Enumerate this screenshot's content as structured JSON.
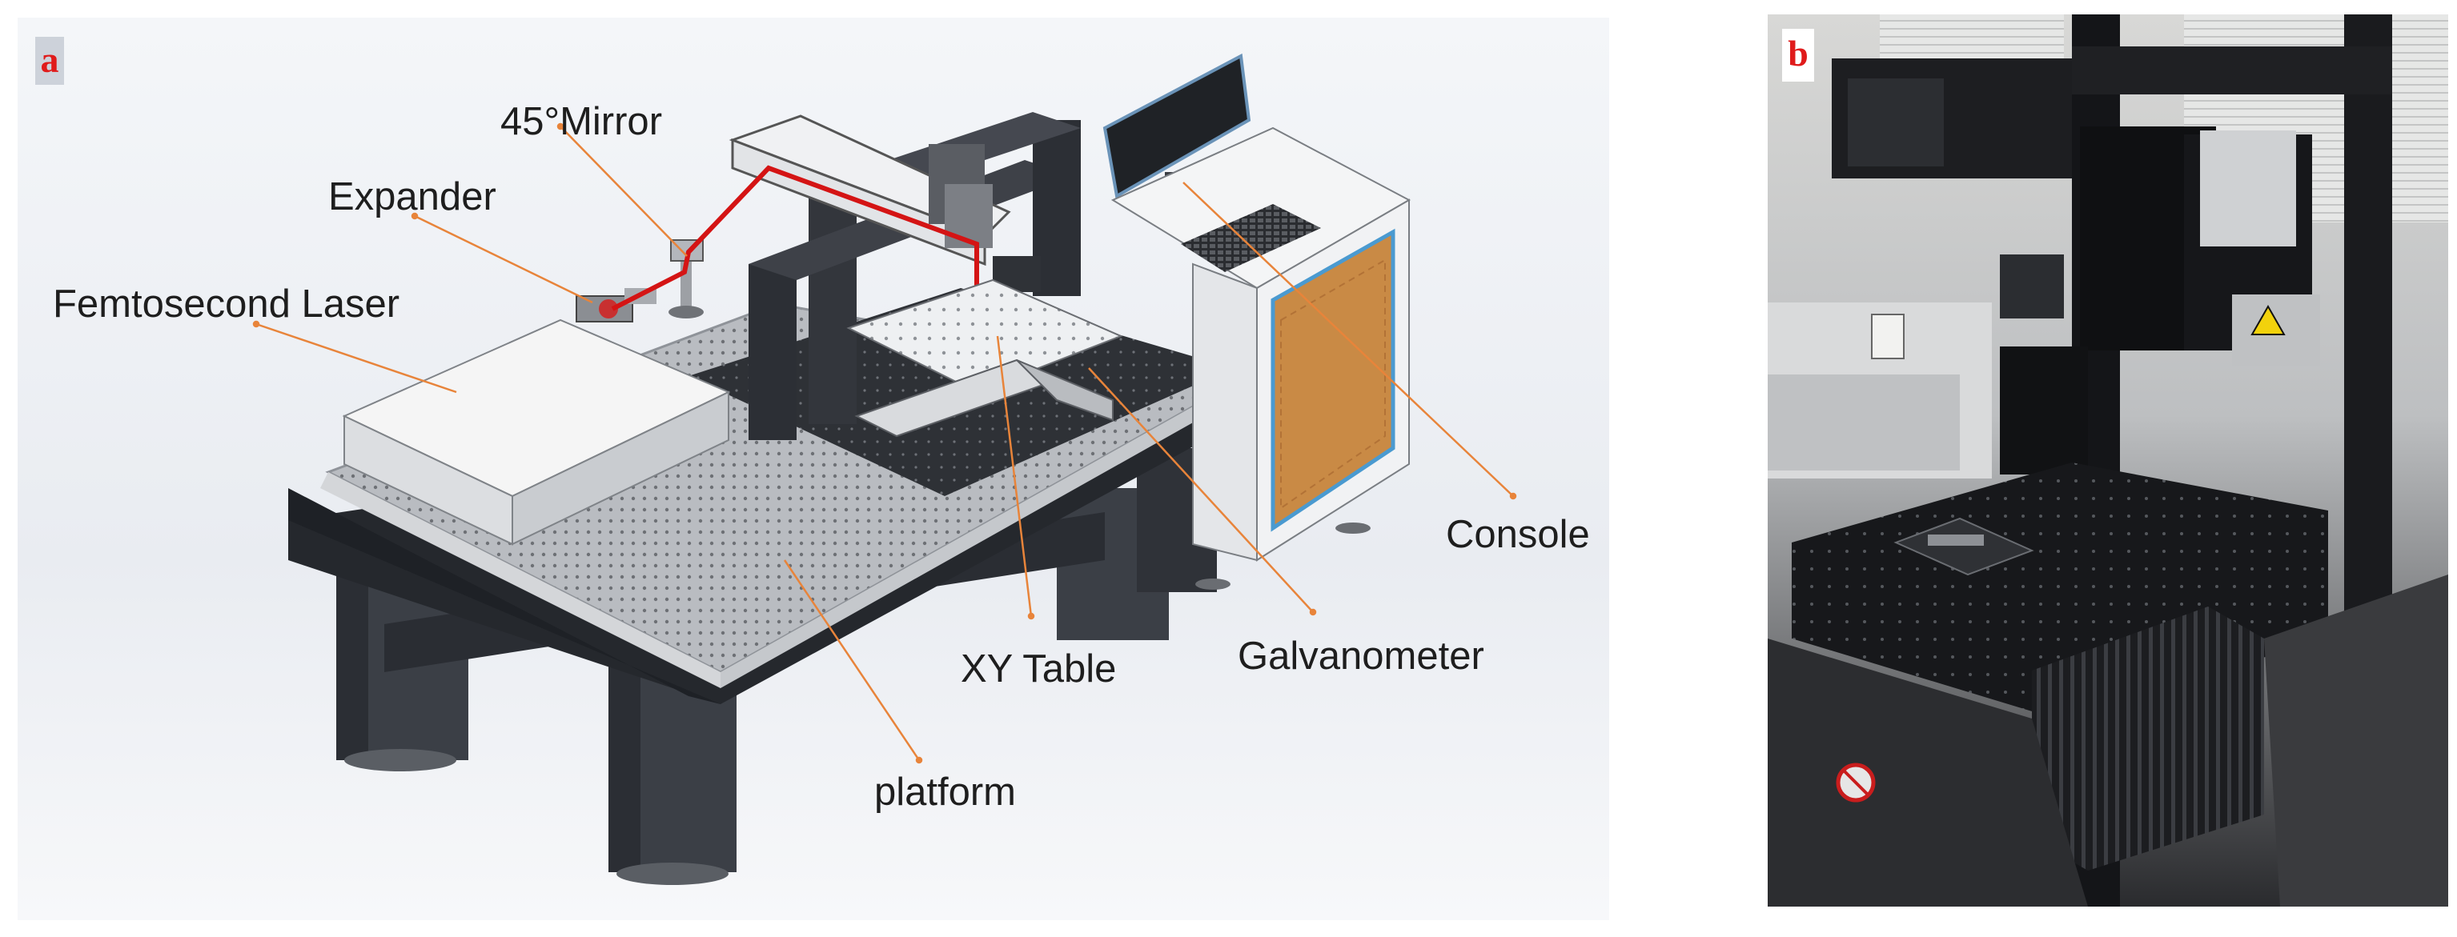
{
  "panel_a": {
    "label": "a",
    "callouts": {
      "mirror": "45°Mirror",
      "expander": "Expander",
      "laser": "Femtosecond Laser",
      "console": "Console",
      "galvanometer": "Galvanometer",
      "xy_table": "XY Table",
      "platform": "platform"
    }
  },
  "panel_b": {
    "label": "b"
  },
  "colors": {
    "accent_label": "#e01b1b",
    "leader_line": "#e8843a",
    "laser_beam": "#d41414",
    "console_panel": "#c98a45",
    "focus_cone": "#2bd12b"
  }
}
